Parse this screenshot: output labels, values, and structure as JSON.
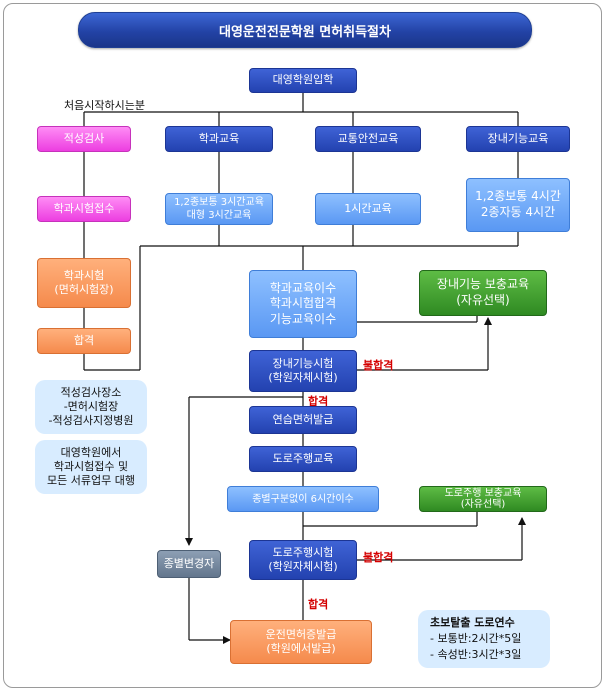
{
  "title": "대영운전전문학원 면허취득절차",
  "note_first_time": "처음시작하시는분",
  "nodes": {
    "enroll": "대영학원입학",
    "aptitude_test": "적성검사",
    "theory_class": "학과교육",
    "traffic_safety": "교통안전교육",
    "course_skill": "장내기능교육",
    "theory_exam_apply": "학과시험접수",
    "theory_class_hours": "1,2종보통 3시간교육\n대형 3시간교육",
    "traffic_safety_hours": "1시간교육",
    "course_skill_hours": "1,2종보통 4시간\n2종자동 4시간",
    "theory_exam": "학과시험\n(면허시험장)",
    "pass_theory": "합격",
    "completed": "학과교육이수\n학과시험합격\n기능교육이수",
    "supplement_course": "장내기능 보충교육\n(자유선택)",
    "course_exam": "장내기능시험\n(학원자체시험)",
    "learner_permit": "연습면허발급",
    "road_training": "도로주행교육",
    "road_hours": "종별구분없이 6시간이수",
    "supplement_road": "도로주행 보충교육\n(자유선택)",
    "license_change": "종별변경자",
    "road_exam": "도로주행시험\n(학원자체시험)",
    "license_issue": "운전면허증발급\n(학원에서발급)"
  },
  "labels": {
    "fail_1": "불합격",
    "pass_1": "합격",
    "fail_2": "불합격",
    "pass_2": "합격"
  },
  "info": {
    "aptitude_place": "적성검사장소\n-면허시험장\n-적성검사지정병원",
    "academy_service": "대영학원에서\n학과시험접수 및\n모든 서류업무 대행",
    "beginner_title": "초보탈출 도로연수",
    "beginner_regular": "- 보통반:2시간*5일",
    "beginner_fast": "- 속성반:3시간*3일"
  },
  "colors": {
    "navy": "#2c4fc6",
    "pink": "#f05ae6",
    "orange": "#f7985c",
    "light_blue": "#6aa6f7",
    "green": "#3c9b2f",
    "gray": "#73869c",
    "red": "#d40000"
  }
}
